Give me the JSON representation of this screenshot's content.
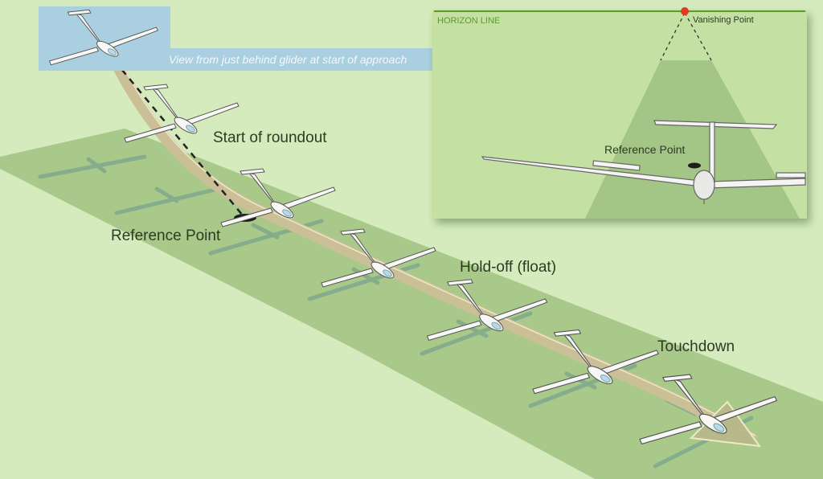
{
  "figure": {
    "title": "Glider landing approach sequence",
    "banner_text": "View from just behind glider at start of approach",
    "labels": {
      "start_roundout": "Start of roundout",
      "reference_point": "Reference Point",
      "hold_off": "Hold-off (float)",
      "touchdown": "Touchdown"
    },
    "inset": {
      "horizon_label": "HORIZON LINE",
      "vanishing_point_label": "Vanishing Point",
      "reference_point_label": "Reference Point"
    },
    "colors": {
      "background": "#d6ebbd",
      "runway": "#a9c98a",
      "inset_bg": "#c4e0a3",
      "inset_runway": "#a3c585",
      "horizon_line": "#5b9a2f",
      "vanishing_point": "#e23b22",
      "banner": "#a9cfe0",
      "flight_path": "#cbbf98",
      "shadow": "#7fa98d"
    },
    "glider_count": 7
  }
}
